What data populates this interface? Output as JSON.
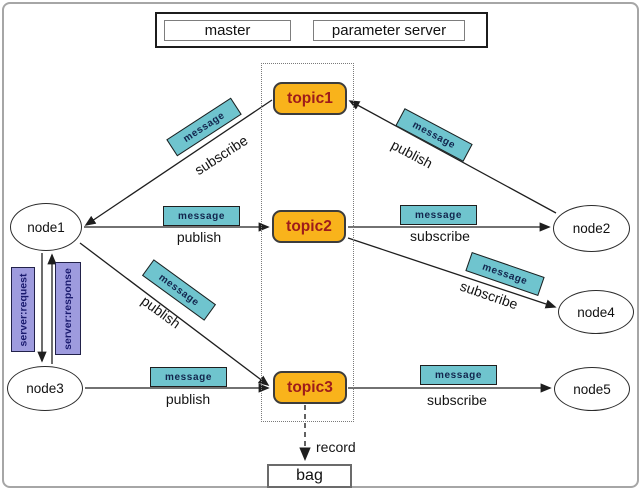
{
  "header": {
    "master_label": "master",
    "parameter_server_label": "parameter server"
  },
  "topics": [
    {
      "id": "topic1",
      "label": "topic1"
    },
    {
      "id": "topic2",
      "label": "topic2"
    },
    {
      "id": "topic3",
      "label": "topic3"
    }
  ],
  "nodes": [
    {
      "id": "node1",
      "label": "node1"
    },
    {
      "id": "node2",
      "label": "node2"
    },
    {
      "id": "node3",
      "label": "node3"
    },
    {
      "id": "node4",
      "label": "node4"
    },
    {
      "id": "node5",
      "label": "node5"
    }
  ],
  "edges": [
    {
      "from": "topic1",
      "to": "node1",
      "box_label": "message",
      "verb": "subscribe"
    },
    {
      "from": "node1",
      "to": "topic2",
      "box_label": "message",
      "verb": "publish"
    },
    {
      "from": "node1",
      "to": "topic3",
      "box_label": "message",
      "verb": "publish"
    },
    {
      "from": "node3",
      "to": "topic3",
      "box_label": "message",
      "verb": "publish"
    },
    {
      "from": "node2",
      "to": "topic1",
      "box_label": "message",
      "verb": "publish"
    },
    {
      "from": "topic2",
      "to": "node2",
      "box_label": "message",
      "verb": "subscribe"
    },
    {
      "from": "topic2",
      "to": "node4",
      "box_label": "message",
      "verb": "subscribe"
    },
    {
      "from": "topic3",
      "to": "node5",
      "box_label": "message",
      "verb": "subscribe"
    },
    {
      "from": "topic3",
      "to": "bag",
      "verb": "record"
    }
  ],
  "services": [
    {
      "from": "node1",
      "to": "node3",
      "label": "server:request"
    },
    {
      "from": "node3",
      "to": "node1",
      "label": "server:response"
    }
  ],
  "bag": {
    "label": "bag"
  },
  "colors": {
    "topic_fill": "#F9B31B",
    "topic_text": "#9E1B1B",
    "message_fill": "#6FC4CE",
    "message_text": "#12254D",
    "service_fill": "#9E9BDE",
    "service_text": "#1A1A6E",
    "line": "#222222",
    "frame_border": "#A6A6A6",
    "background": "#FFFFFF"
  }
}
